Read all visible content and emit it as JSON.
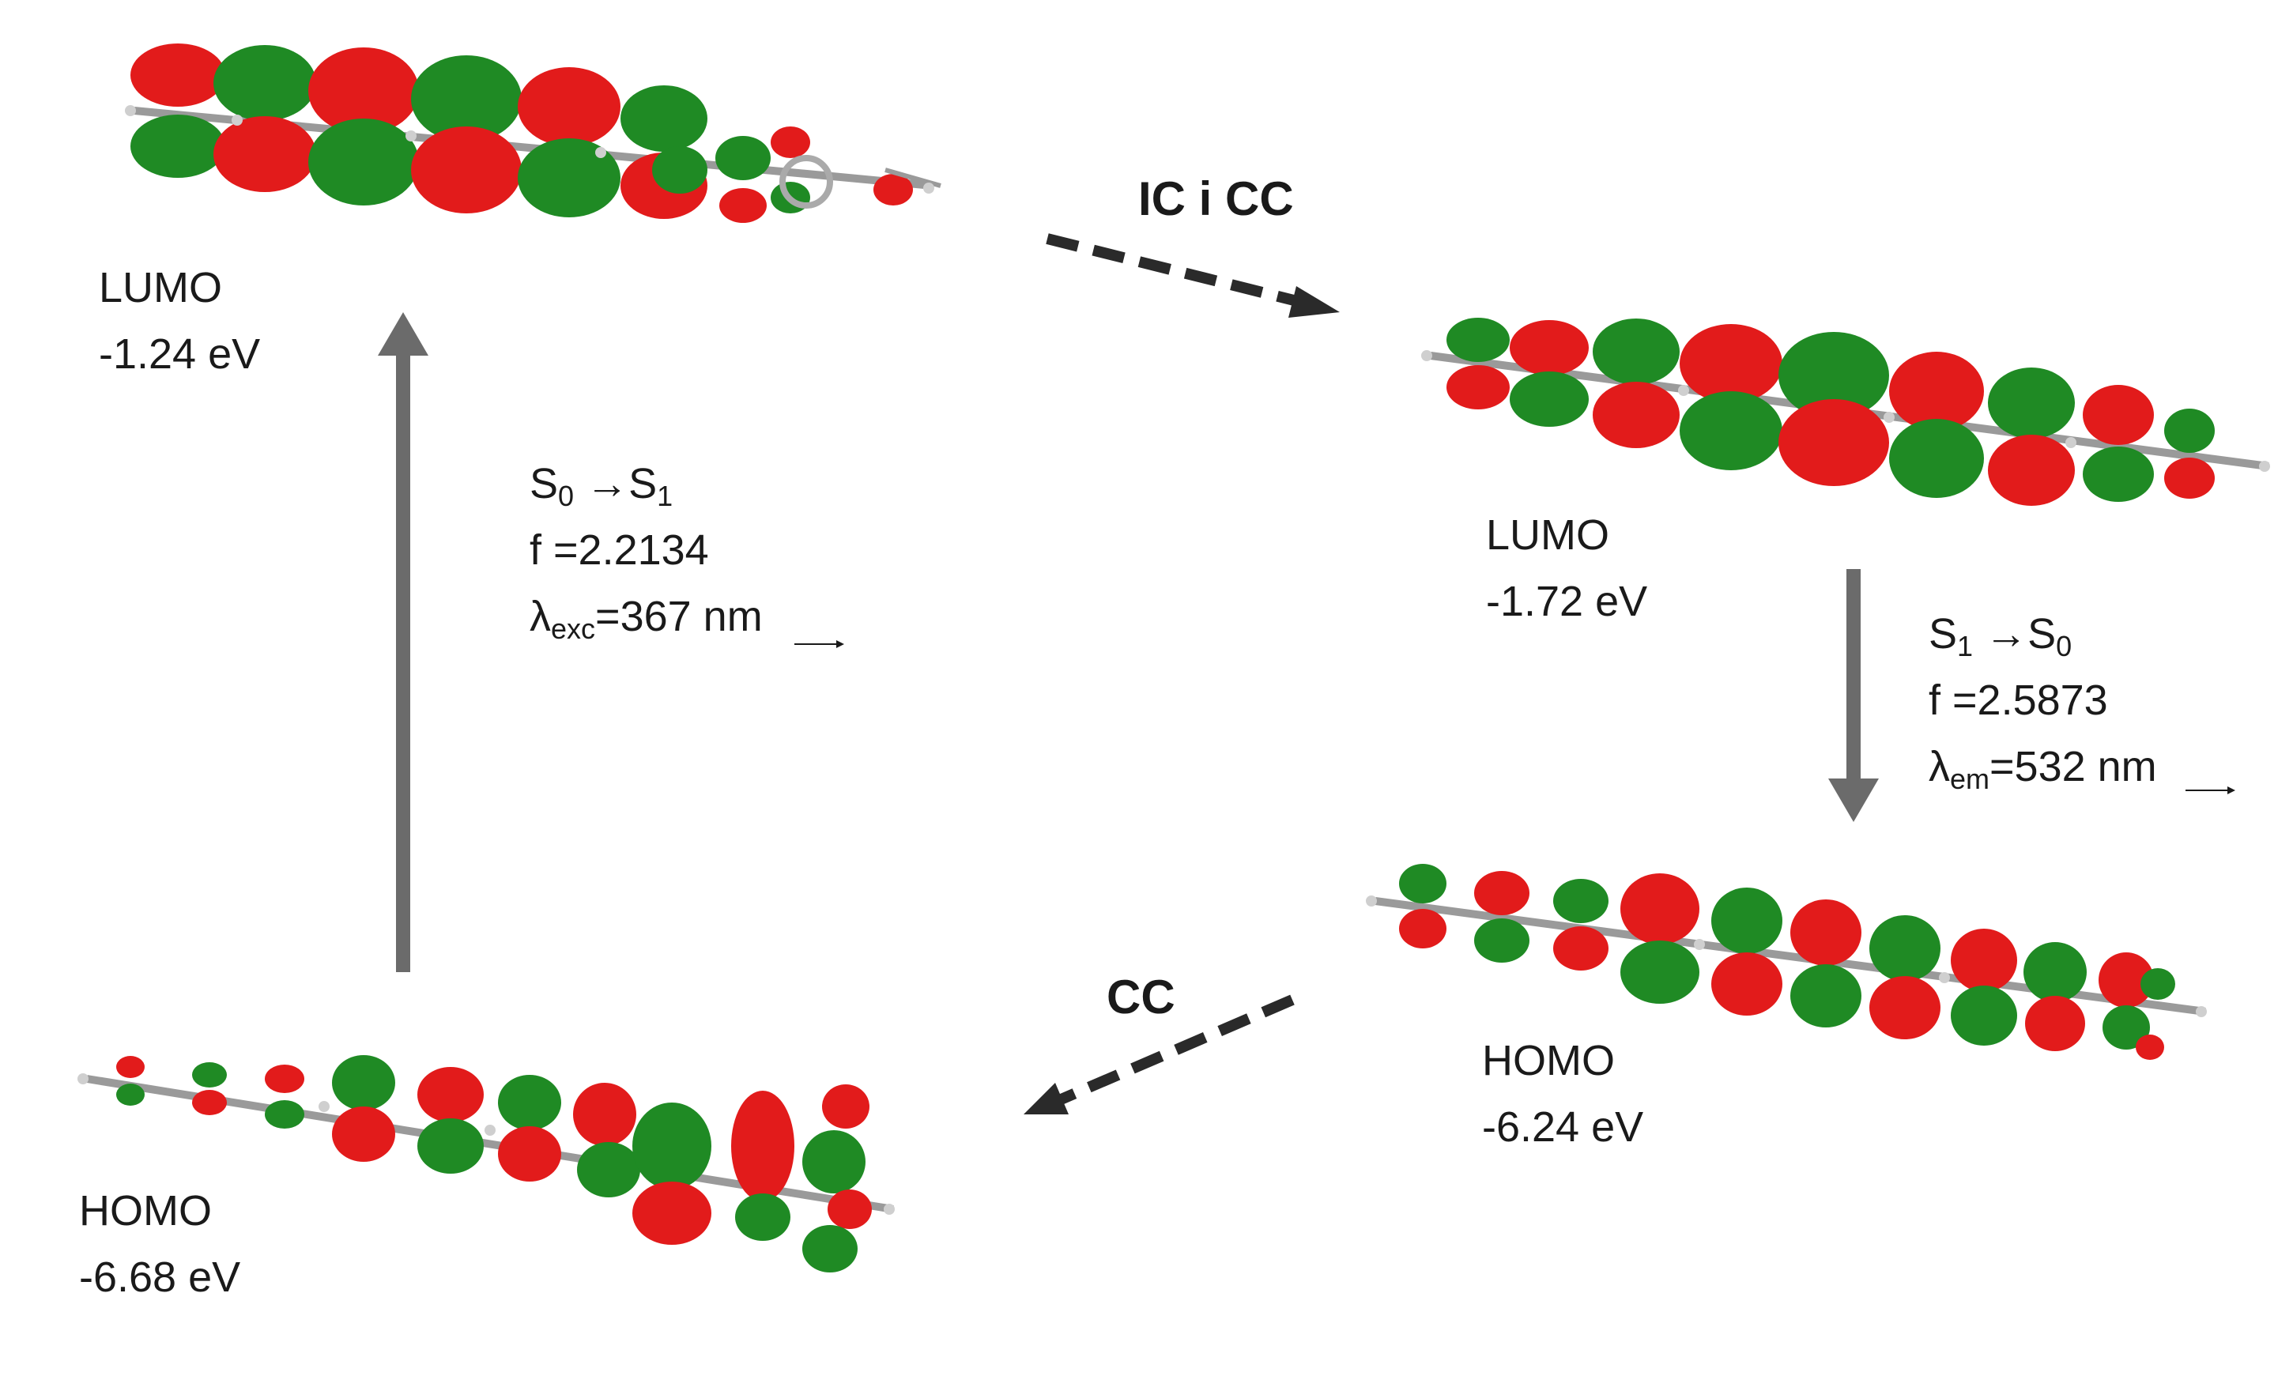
{
  "colors": {
    "positive_lobe": "#e21b1b",
    "negative_lobe": "#1f8a24",
    "arrow": "#6b6b6b",
    "dashed_arrow": "#2a2a2a",
    "atom": "#cfcfcf"
  },
  "orbitals": {
    "lumo_left": {
      "name": "LUMO",
      "energy": "-1.24 eV"
    },
    "homo_left": {
      "name": "HOMO",
      "energy": "-6.68 eV"
    },
    "lumo_right": {
      "name": "LUMO",
      "energy": "-1.72 eV"
    },
    "homo_right": {
      "name": "HOMO",
      "energy": "-6.24 eV"
    }
  },
  "excitation": {
    "s0": "S",
    "s0_sub": "0",
    "arrow": "→",
    "s1": "S",
    "s1_sub": "1",
    "f": "f =2.2134",
    "lambda": "λ",
    "lambda_sub": "exc",
    "lambda_value": "=367 nm"
  },
  "emission": {
    "s1": "S",
    "s1_sub": "1",
    "arrow": "→",
    "s0": "S",
    "s0_sub": "0",
    "f": "f =2.5873",
    "lambda": "λ",
    "lambda_sub": "em",
    "lambda_value": "=532 nm"
  },
  "processes": {
    "top": "IC i CC",
    "bottom": "CC"
  }
}
